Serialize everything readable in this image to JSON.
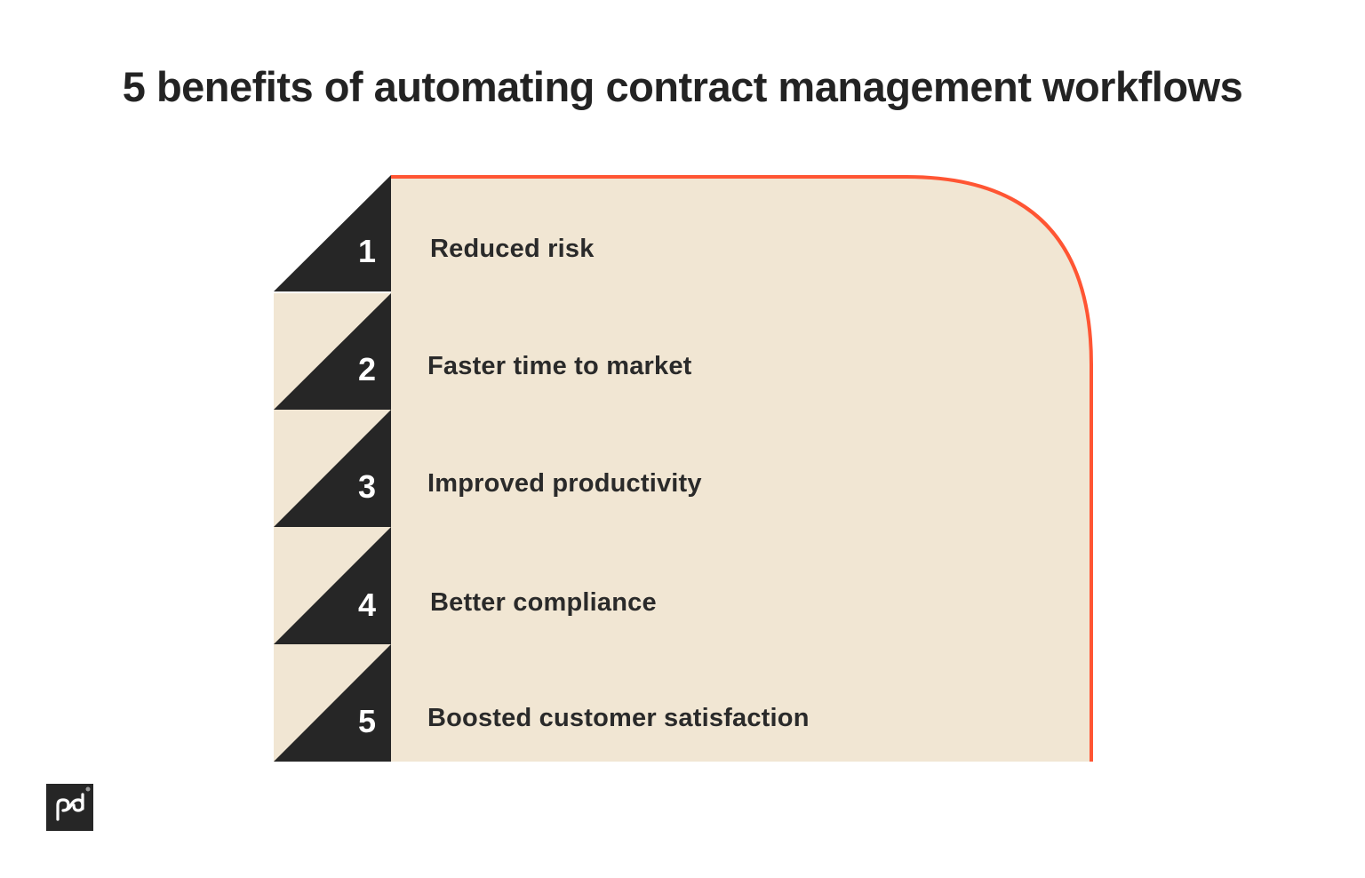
{
  "title": "5 benefits of automating contract management workflows",
  "colors": {
    "panel_fill": "#f1e6d3",
    "panel_stroke": "#ff5533",
    "tile_dark": "#262626",
    "text_dark": "#2a2a2a",
    "number_text": "#ffffff"
  },
  "benefits": [
    {
      "number": "1",
      "label": "Reduced risk"
    },
    {
      "number": "2",
      "label": "Faster time to market"
    },
    {
      "number": "3",
      "label": "Improved productivity"
    },
    {
      "number": "4",
      "label": "Better compliance"
    },
    {
      "number": "5",
      "label": "Boosted customer satisfaction"
    }
  ],
  "logo": {
    "icon": "pandadoc-logo-icon",
    "mark": "pd"
  }
}
